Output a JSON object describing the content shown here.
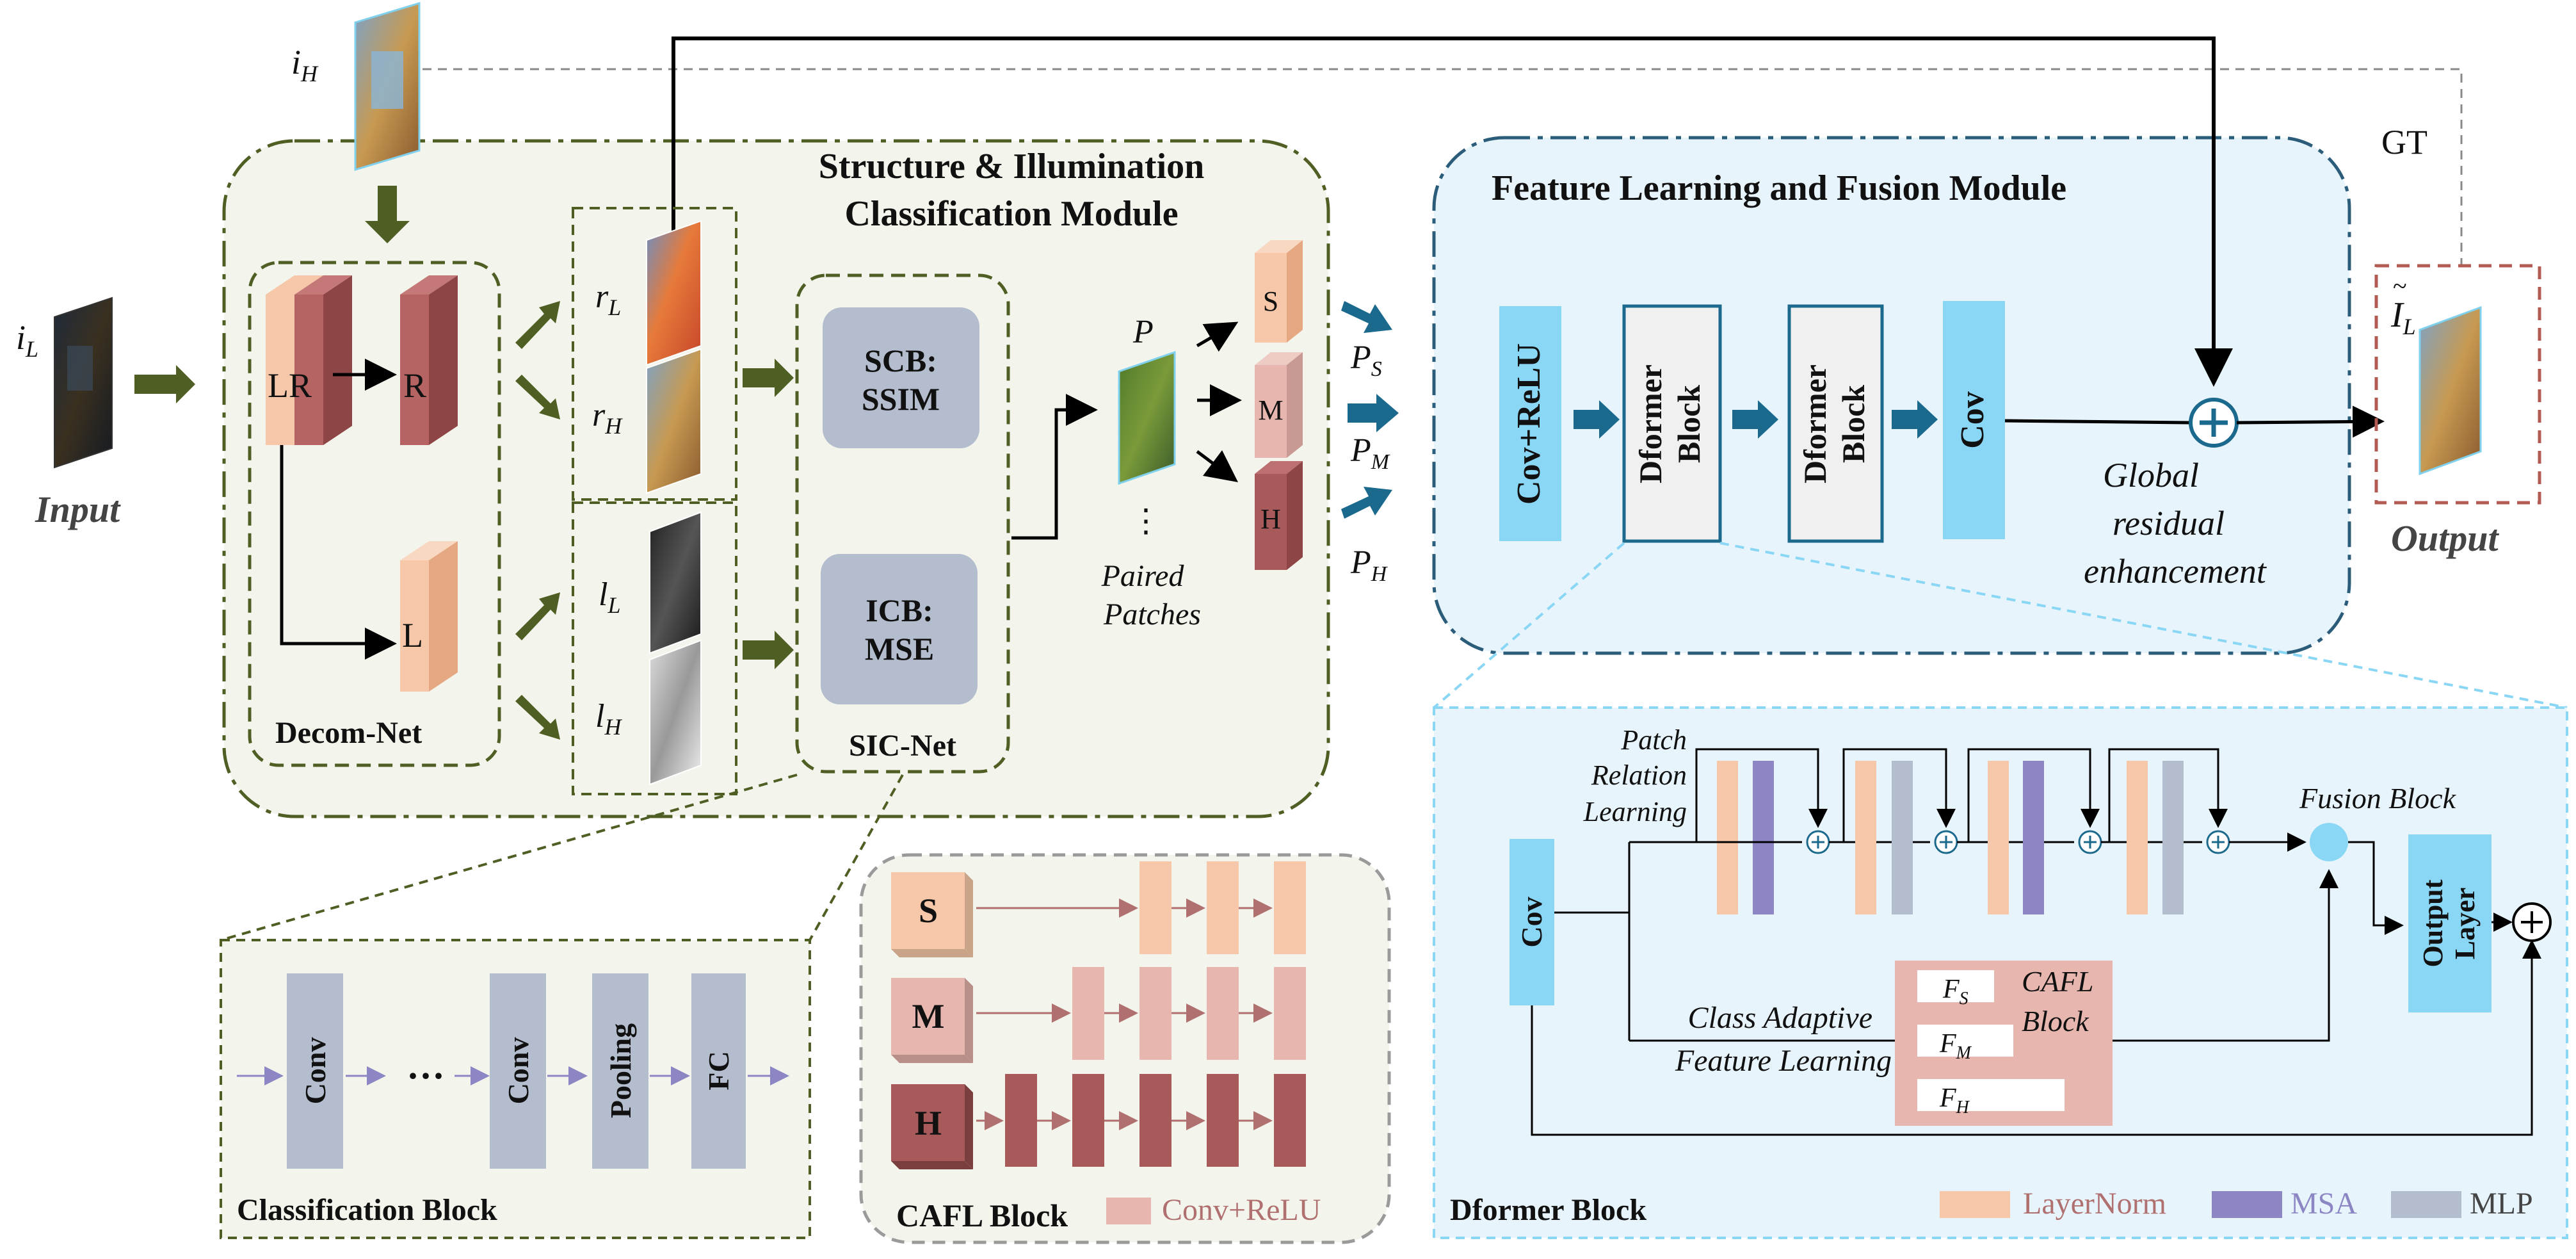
{
  "modules": {
    "sic_module_title_1": "Structure & Illumination",
    "sic_module_title_2": "Classification Module",
    "flf_module_title": "Feature Learning and Fusion Module"
  },
  "input": {
    "label": "Input",
    "low_symbol": "i",
    "low_sub": "L",
    "high_symbol": "i",
    "high_sub": "H"
  },
  "decom": {
    "label": "Decom-Net",
    "lr": "LR",
    "r": "R",
    "l": "L"
  },
  "components": {
    "rL": "r",
    "rL_sub": "L",
    "rH": "r",
    "rH_sub": "H",
    "lL": "l",
    "lL_sub": "L",
    "lH": "l",
    "lH_sub": "H"
  },
  "sic": {
    "label": "SIC-Net",
    "scb_1": "SCB:",
    "scb_2": "SSIM",
    "icb_1": "ICB:",
    "icb_2": "MSE"
  },
  "patches": {
    "p": "P",
    "dots": "⋮",
    "paired_1": "Paired",
    "paired_2": "Patches",
    "s": "S",
    "m": "M",
    "h": "H",
    "ps": "P",
    "ps_sub": "S",
    "pm": "P",
    "pm_sub": "M",
    "ph": "P",
    "ph_sub": "H"
  },
  "flf": {
    "conv_relu": "Cov+ReLU",
    "dformer_1": "Dformer",
    "dformer_2": "Block",
    "cov": "Cov",
    "global_1": "Global",
    "global_2": "residual",
    "global_3": "enhancement"
  },
  "output": {
    "gt": "GT",
    "label": "Output",
    "symbol": "I",
    "tilde": "~",
    "sub": "L"
  },
  "classification": {
    "label": "Classification Block",
    "conv": "Conv",
    "dots": "···",
    "pooling": "Pooling",
    "fc": "FC"
  },
  "cafl": {
    "label": "CAFL Block",
    "legend": "Conv+ReLU",
    "s": "S",
    "m": "M",
    "h": "H"
  },
  "dformer": {
    "label": "Dformer Block",
    "cov": "Cov",
    "prl_1": "Patch",
    "prl_2": "Relation",
    "prl_3": "Learning",
    "fusion": "Fusion Block",
    "output_1": "Output",
    "output_2": "Layer",
    "cafl_1": "Class Adaptive",
    "cafl_2": "Feature Learning",
    "cafl_block_1": "CAFL",
    "cafl_block_2": "Block",
    "fs": "F",
    "fs_sub": "S",
    "fm": "F",
    "fm_sub": "M",
    "fh": "F",
    "fh_sub": "H",
    "legend_ln": "LayerNorm",
    "legend_msa": "MSA",
    "legend_mlp": "MLP"
  },
  "colors": {
    "olive": "#4f5f24",
    "olive_fill": "#f3f5ec",
    "flf_fill": "#e8f4fb",
    "flf_border": "#2b5d7a",
    "cyan": "#8ad6f5",
    "cyan_dark": "#1b6a8d",
    "peach": "#f6c8a9",
    "rose": "#e6b6af",
    "maroon": "#a85a5a",
    "gray_blue": "#b4bdcd",
    "purple": "#8c87c4",
    "cafl_fill": "#e6b6af",
    "output_border": "#b35a55"
  }
}
